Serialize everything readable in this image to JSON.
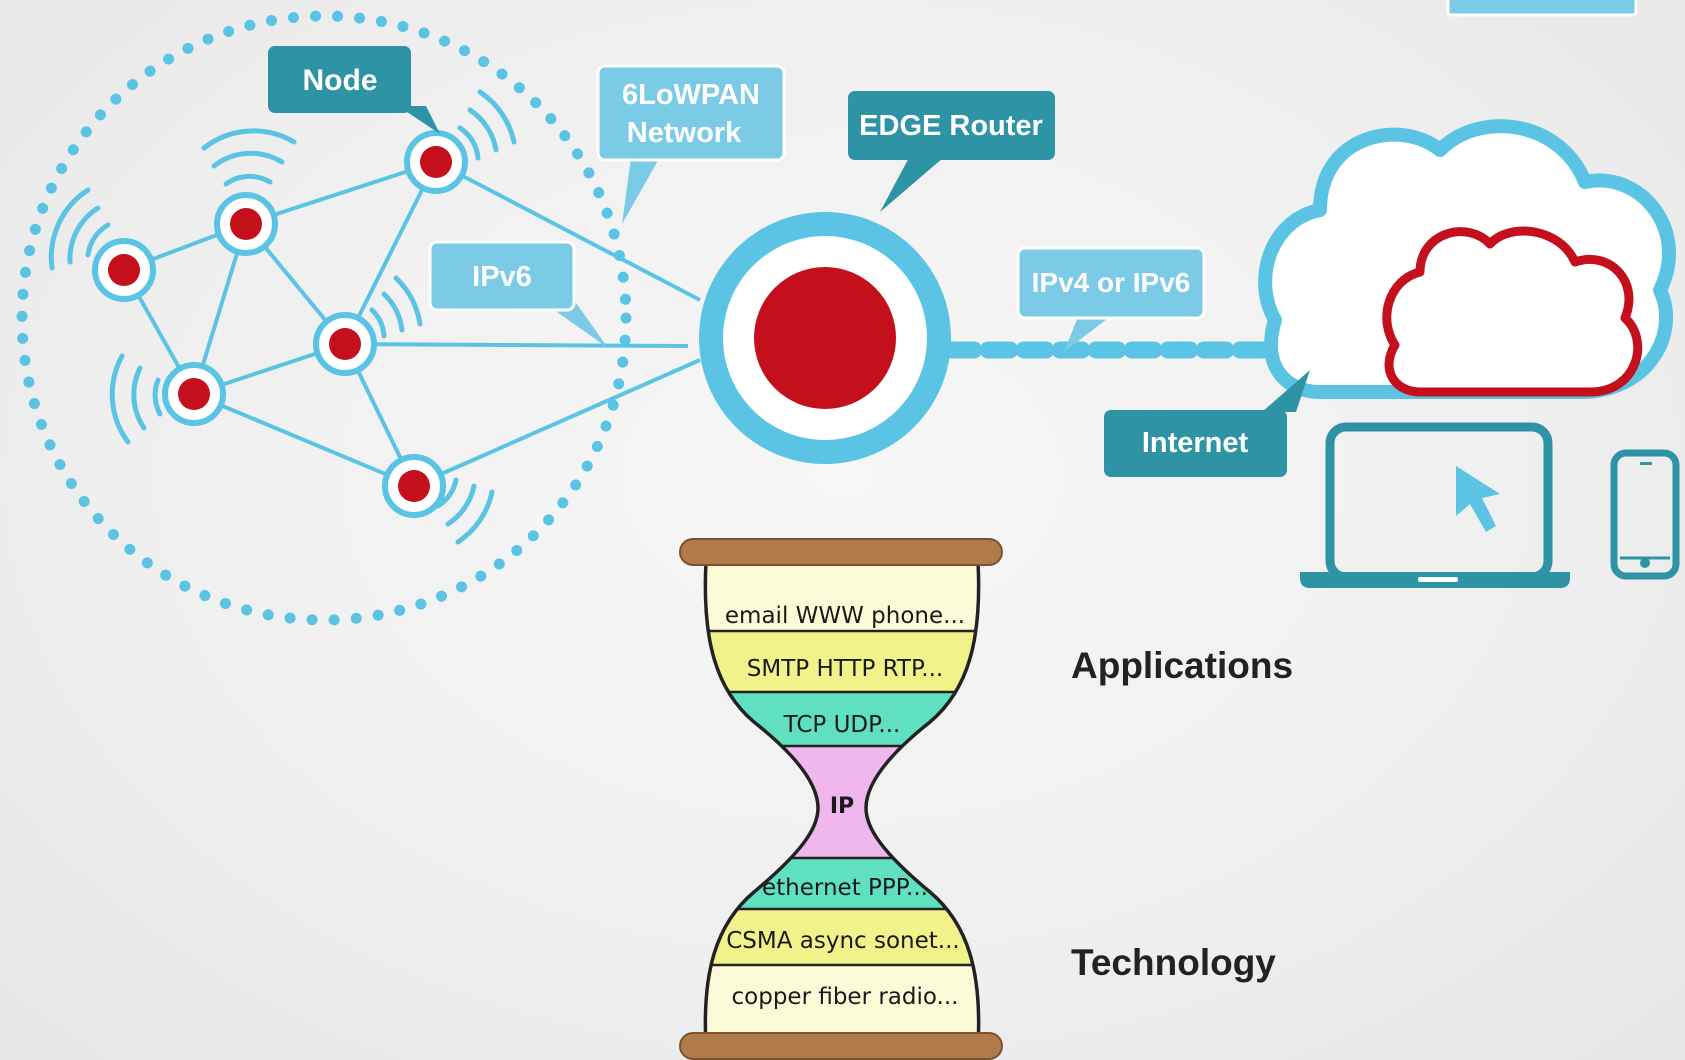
{
  "colors": {
    "light_blue": "#5bc4e4",
    "teal": "#2e93a5",
    "red": "#c4101c",
    "wood": "#b07a4a",
    "yellow": "#f2f28a",
    "mint": "#5fe0c0",
    "pink": "#f0b6ee",
    "cream": "#fcfbd8"
  },
  "labels": {
    "node": "Node",
    "network_line1": "6LoWPAN",
    "network_line2": "Network",
    "edge_router": "EDGE Router",
    "ipv6": "IPv6",
    "ipv4_or_ipv6": "IPv4 or IPv6",
    "internet": "Internet"
  },
  "hourglass": {
    "layers": [
      "email  WWW  phone...",
      "SMTP  HTTP  RTP...",
      "TCP  UDP...",
      "IP",
      "ethernet  PPP...",
      "CSMA  async  sonet...",
      "copper  fiber  radio..."
    ]
  },
  "side_labels": {
    "applications": "Applications",
    "technology": "Technology"
  },
  "icons": [
    "wifi-waves-icon",
    "cloud-icon",
    "laptop-icon",
    "cursor-icon",
    "smartphone-icon"
  ]
}
